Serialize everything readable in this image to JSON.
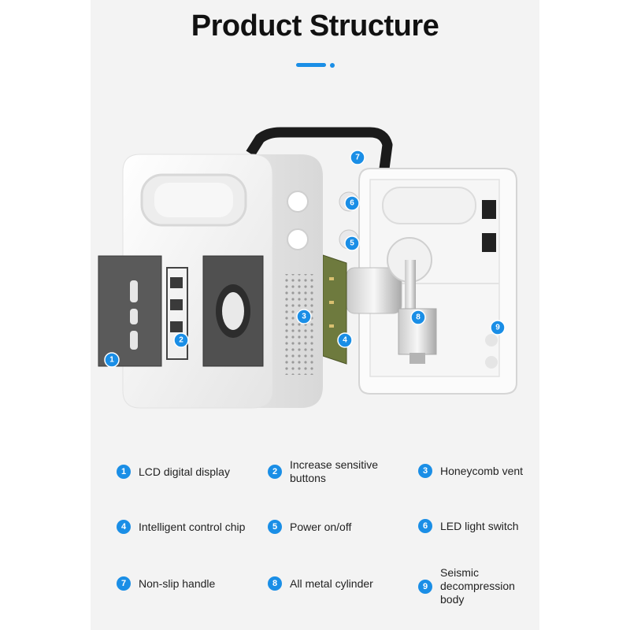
{
  "title": "Product Structure",
  "accent_color": "#1a8ee6",
  "markers": [
    "1",
    "2",
    "3",
    "4",
    "5",
    "6",
    "7",
    "8",
    "9"
  ],
  "legend": [
    {
      "num": "1",
      "label": "LCD digital display"
    },
    {
      "num": "2",
      "label": "Increase sensitive\nbuttons"
    },
    {
      "num": "3",
      "label": "Honeycomb vent"
    },
    {
      "num": "4",
      "label": "Intelligent control chip"
    },
    {
      "num": "5",
      "label": "Power on/off"
    },
    {
      "num": "6",
      "label": "LED light switch"
    },
    {
      "num": "7",
      "label": "Non-slip handle"
    },
    {
      "num": "8",
      "label": "All metal cylinder"
    },
    {
      "num": "9",
      "label": "Seismic\ndecompression\nbody"
    }
  ]
}
